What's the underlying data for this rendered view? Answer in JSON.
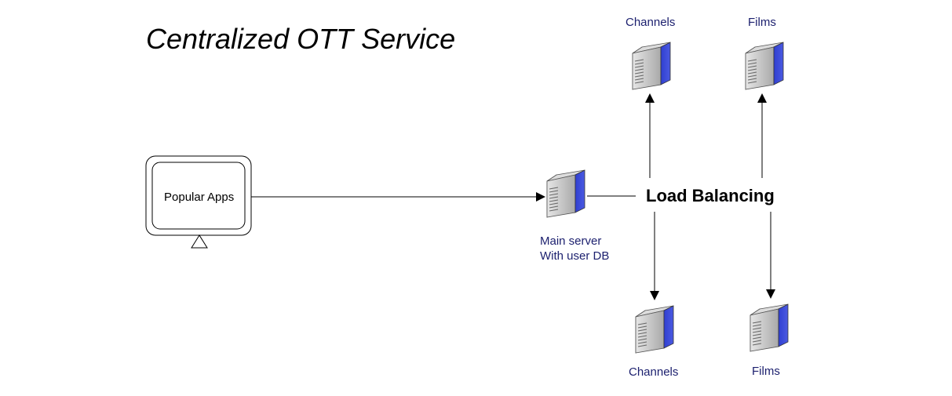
{
  "title": "Centralized OTT Service",
  "client": {
    "label": "Popular Apps",
    "icon": "tv-monitor-icon"
  },
  "main_server": {
    "line1": "Main server",
    "line2": "With user DB",
    "icon": "server-icon"
  },
  "hub": {
    "label": "Load Balancing"
  },
  "servers": {
    "top_channels": {
      "label": "Channels",
      "icon": "server-icon"
    },
    "top_films": {
      "label": "Films",
      "icon": "server-icon"
    },
    "bottom_channels": {
      "label": "Channels",
      "icon": "server-icon"
    },
    "bottom_films": {
      "label": "Films",
      "icon": "server-icon"
    }
  },
  "colors": {
    "server_face": "#3a49d6",
    "server_body": "#c8c8c8",
    "label_navy": "#1b1f6e",
    "line": "#000000"
  }
}
